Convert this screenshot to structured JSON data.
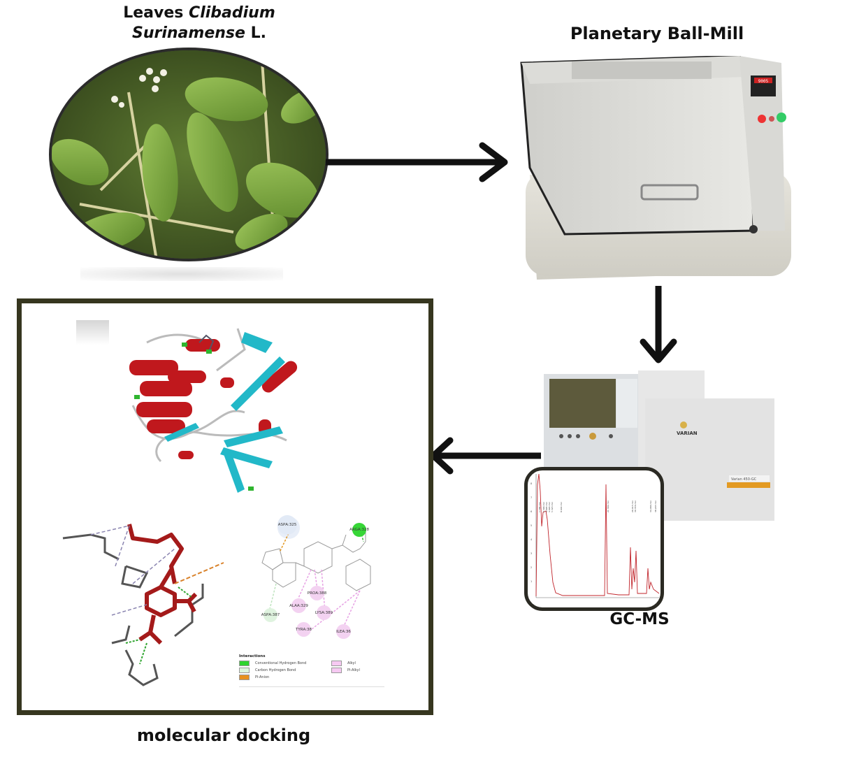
{
  "steps": {
    "leaves": {
      "title_plain": "Leaves ",
      "title_italic_1": "Clibadium",
      "title_italic_2": "Surinamense",
      "title_suffix": " L."
    },
    "ball_mill": {
      "title": "Planetary Ball-Mill",
      "display_readout": "9005"
    },
    "gcms": {
      "title": "GC-MS",
      "brand": "VARIAN",
      "model_label": "Varian 450-GC"
    },
    "docking": {
      "title": "molecular docking"
    }
  },
  "chromatogram": {
    "peak_labels": [
      "1.584 min",
      "3.396 min",
      "4.095 min",
      "4.693 min",
      "5.323 min",
      "8.644 min",
      "21.302 min",
      "29.015 min",
      "30.356 min",
      "34.486 min",
      "38.207 min"
    ],
    "y_ticks": [
      "8",
      "7",
      "6",
      "5",
      "4",
      "3",
      "2",
      "1"
    ],
    "trace_color": "#c0232a"
  },
  "interaction_diagram": {
    "residues": [
      {
        "name": "ASP",
        "id": "A:325",
        "type": "carbon-hydrogen"
      },
      {
        "name": "ARG",
        "id": "A:328",
        "type": "conventional-hydrogen"
      },
      {
        "name": "ASP",
        "id": "A:387",
        "type": "carbon-hydrogen"
      },
      {
        "name": "ALA",
        "id": "A:329",
        "type": "alkyl"
      },
      {
        "name": "PRO",
        "id": "A:388",
        "type": "alkyl"
      },
      {
        "name": "LYS",
        "id": "A:389",
        "type": "alkyl"
      },
      {
        "name": "TYR",
        "id": "A:38",
        "type": "alkyl"
      },
      {
        "name": "ILE",
        "id": "A:36",
        "type": "alkyl"
      }
    ],
    "legend": {
      "heading": "Interactions",
      "items": [
        {
          "label": "Conventional Hydrogen Bond",
          "color": "#2fd32f"
        },
        {
          "label": "Carbon Hydrogen Bond",
          "color": "#dcf5dc"
        },
        {
          "label": "Pi-Anion",
          "color": "#e8901e"
        },
        {
          "label": "Alkyl",
          "color": "#f6c9f2"
        },
        {
          "label": "Pi-Alkyl",
          "color": "#f6c9f2"
        }
      ]
    }
  },
  "colors": {
    "arrow": "#111111",
    "frame": "#36361f",
    "helix": "#c0181d",
    "sheet": "#22b8c8",
    "turn": "#2fb52f"
  }
}
